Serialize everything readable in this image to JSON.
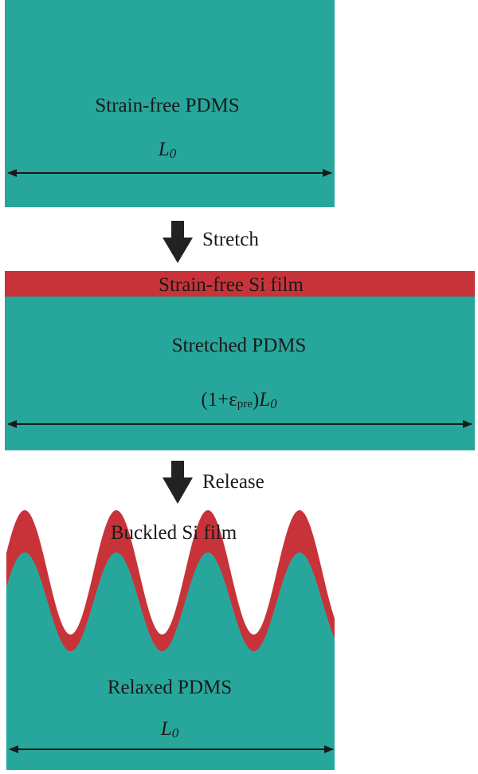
{
  "colors": {
    "pdms": "#27a79c",
    "si_film": "#c83339",
    "ink": "#1a1a1a",
    "arrow": "#222222"
  },
  "panel1": {
    "title": "Strain-free PDMS",
    "length_symbol": "L",
    "length_subscript": "0"
  },
  "step1": {
    "label": "Stretch"
  },
  "panel2": {
    "film_label": "Strain-free Si film",
    "title": "Stretched PDMS",
    "length_prefix": "(1+",
    "strain_symbol": "ε",
    "strain_subscript": "pre",
    "length_suffix_paren": ")",
    "length_symbol": "L",
    "length_subscript": "0"
  },
  "step2": {
    "label": "Release"
  },
  "panel3": {
    "film_label": "Buckled Si film",
    "title": "Relaxed PDMS",
    "length_symbol": "L",
    "length_subscript": "0"
  }
}
